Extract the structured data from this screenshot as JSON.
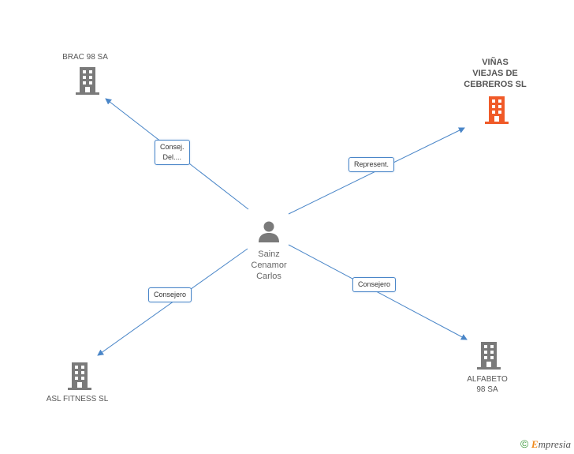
{
  "colors": {
    "edge": "#4a86c8",
    "building_default": "#7a7a7a",
    "building_highlight": "#f05a28",
    "person": "#7a7a7a"
  },
  "center": {
    "name": "Sainz\nCenamor\nCarlos",
    "icon": "person-icon"
  },
  "nodes": [
    {
      "id": "brac",
      "name": "BRAC 98 SA",
      "icon": "building-icon",
      "highlight": false
    },
    {
      "id": "vinas",
      "name": "VIÑAS\nVIEJAS DE\nCEBREROS SL",
      "icon": "building-icon",
      "highlight": true
    },
    {
      "id": "asl",
      "name": "ASL FITNESS SL",
      "icon": "building-icon",
      "highlight": false
    },
    {
      "id": "alfabeto",
      "name": "ALFABETO\n98 SA",
      "icon": "building-icon",
      "highlight": false
    }
  ],
  "edges": [
    {
      "to": "brac",
      "label": "Consej.\nDel...."
    },
    {
      "to": "vinas",
      "label": "Represent."
    },
    {
      "to": "asl",
      "label": "Consejero"
    },
    {
      "to": "alfabeto",
      "label": "Consejero"
    }
  ],
  "footer": {
    "copyright": "©",
    "brand_initial": "E",
    "brand_rest": "mpresia"
  }
}
